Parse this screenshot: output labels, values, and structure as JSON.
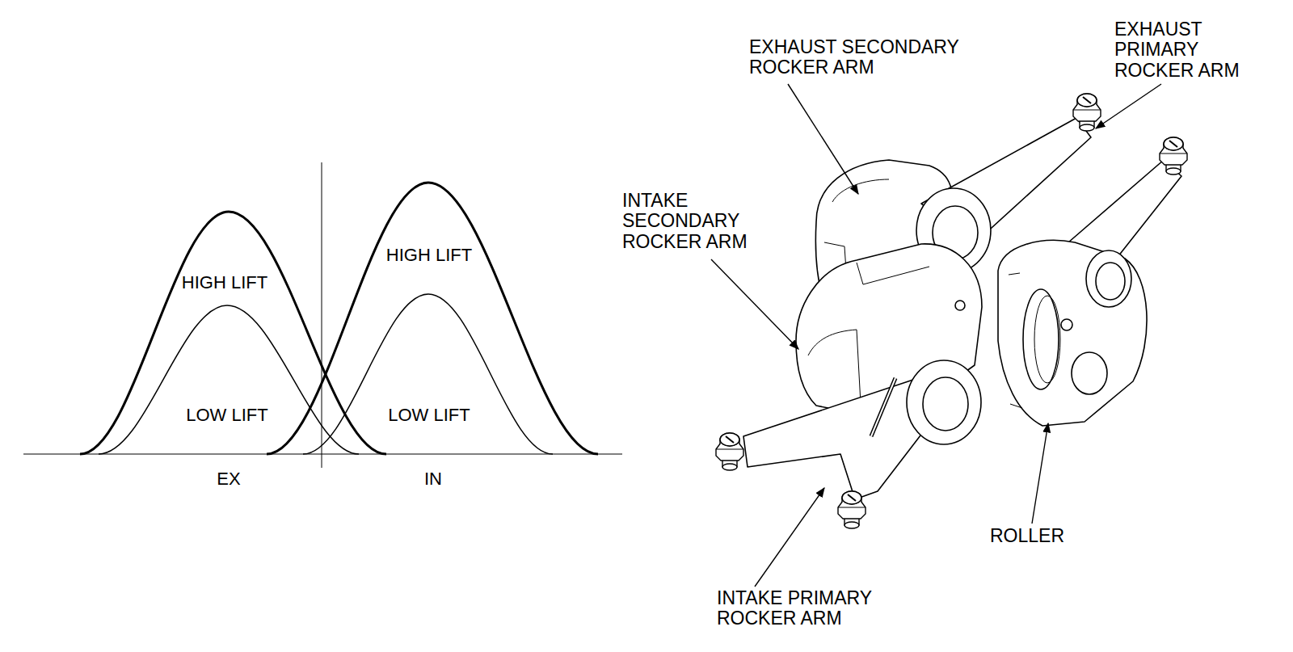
{
  "diagram": {
    "labels": [
      "HIGH LIFT",
      "LOW LIFT",
      "HIGH LIFT",
      "LOW LIFT",
      "EX",
      "IN",
      "EXHAUST SECONDARY ROCKER ARM",
      "EXHAUST PRIMARY ROCKER ARM",
      "INTAKE SECONDARY ROCKER ARM",
      "ROLLER",
      "INTAKE PRIMARY ROCKER ARM"
    ]
  }
}
